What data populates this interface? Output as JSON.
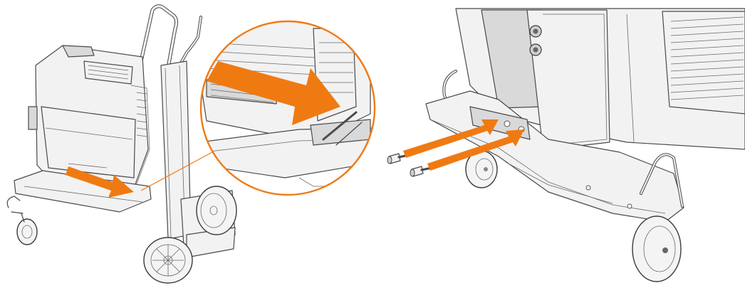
{
  "illustration": {
    "panels": [
      "cart-with-welder",
      "detail-zoom",
      "base-screw-mount"
    ],
    "accent_color": "#f07a12",
    "line_color": "#4a4a4a",
    "fill_color": "#f2f2f2",
    "screw_count": 2
  }
}
